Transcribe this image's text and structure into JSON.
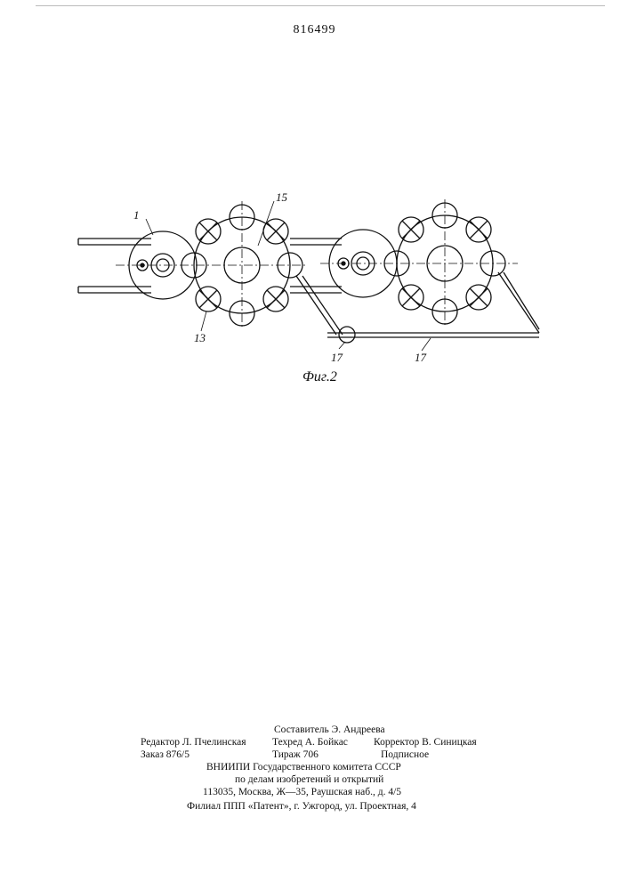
{
  "patent_number": "816499",
  "figure": {
    "caption": "Фиг.2",
    "labels": {
      "part_1": "1",
      "part_13": "13",
      "part_15": "15",
      "part_17a": "17",
      "part_17b": "17"
    }
  },
  "footer": {
    "compiler": "Составитель Э. Андреева",
    "editor": "Редактор Л. Пчелинская",
    "techred": "Техред А. Бойкас",
    "corrector": "Корректор В. Синицкая",
    "order": "Заказ 876/5",
    "circulation": "Тираж 706",
    "subscription": "Подписное",
    "org_line1": "ВНИИПИ Государственного комитета СССР",
    "org_line2": "по делам изобретений и открытий",
    "address": "113035, Москва, Ж—35, Раушская наб., д. 4/5",
    "branch": "Филиал ППП «Патент», г. Ужгород, ул. Проектная, 4"
  }
}
